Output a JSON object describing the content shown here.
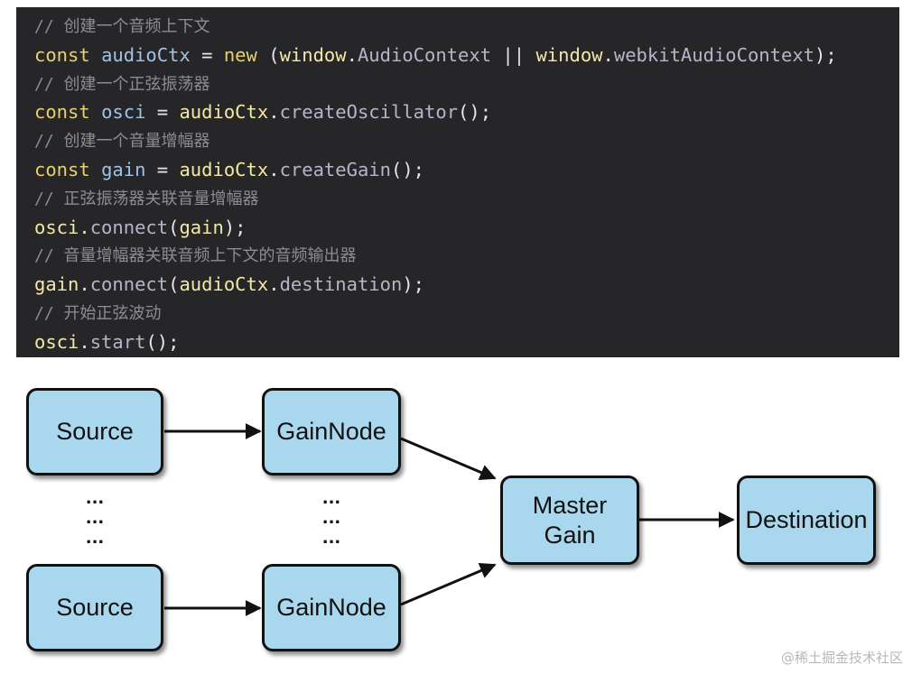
{
  "code": {
    "lines": [
      {
        "kind": "comment",
        "tokens": [
          {
            "t": "// 创建一个音频上下文",
            "c": "comment"
          }
        ]
      },
      {
        "kind": "code",
        "tokens": [
          {
            "t": "const ",
            "c": "kw"
          },
          {
            "t": "audioCtx",
            "c": "var"
          },
          {
            "t": " = ",
            "c": "pl"
          },
          {
            "t": "new",
            "c": "kw"
          },
          {
            "t": " (",
            "c": "pl"
          },
          {
            "t": "window",
            "c": "id"
          },
          {
            "t": ".",
            "c": "pl"
          },
          {
            "t": "AudioContext",
            "c": "fn"
          },
          {
            "t": " || ",
            "c": "pl"
          },
          {
            "t": "window",
            "c": "id"
          },
          {
            "t": ".",
            "c": "pl"
          },
          {
            "t": "webkitAudioContext",
            "c": "fn"
          },
          {
            "t": ");",
            "c": "pl"
          }
        ]
      },
      {
        "kind": "comment",
        "tokens": [
          {
            "t": "// 创建一个正弦振荡器",
            "c": "comment"
          }
        ]
      },
      {
        "kind": "code",
        "tokens": [
          {
            "t": "const ",
            "c": "kw"
          },
          {
            "t": "osci",
            "c": "var"
          },
          {
            "t": " = ",
            "c": "pl"
          },
          {
            "t": "audioCtx",
            "c": "id"
          },
          {
            "t": ".",
            "c": "pl"
          },
          {
            "t": "createOscillator",
            "c": "fn"
          },
          {
            "t": "();",
            "c": "pl"
          }
        ]
      },
      {
        "kind": "comment",
        "tokens": [
          {
            "t": "// 创建一个音量增幅器",
            "c": "comment"
          }
        ]
      },
      {
        "kind": "code",
        "tokens": [
          {
            "t": "const ",
            "c": "kw"
          },
          {
            "t": "gain",
            "c": "var"
          },
          {
            "t": " = ",
            "c": "pl"
          },
          {
            "t": "audioCtx",
            "c": "id"
          },
          {
            "t": ".",
            "c": "pl"
          },
          {
            "t": "createGain",
            "c": "fn"
          },
          {
            "t": "();",
            "c": "pl"
          }
        ]
      },
      {
        "kind": "comment",
        "tokens": [
          {
            "t": "// 正弦振荡器关联音量增幅器",
            "c": "comment"
          }
        ]
      },
      {
        "kind": "code",
        "tokens": [
          {
            "t": "osci",
            "c": "id"
          },
          {
            "t": ".",
            "c": "pl"
          },
          {
            "t": "connect",
            "c": "fn"
          },
          {
            "t": "(",
            "c": "pl"
          },
          {
            "t": "gain",
            "c": "id"
          },
          {
            "t": ");",
            "c": "pl"
          }
        ]
      },
      {
        "kind": "comment",
        "tokens": [
          {
            "t": "// 音量增幅器关联音频上下文的音频输出器",
            "c": "comment"
          }
        ]
      },
      {
        "kind": "code",
        "tokens": [
          {
            "t": "gain",
            "c": "id"
          },
          {
            "t": ".",
            "c": "pl"
          },
          {
            "t": "connect",
            "c": "fn"
          },
          {
            "t": "(",
            "c": "pl"
          },
          {
            "t": "audioCtx",
            "c": "id"
          },
          {
            "t": ".",
            "c": "pl"
          },
          {
            "t": "destination",
            "c": "fn"
          },
          {
            "t": ");",
            "c": "pl"
          }
        ]
      },
      {
        "kind": "comment",
        "tokens": [
          {
            "t": "// 开始正弦波动",
            "c": "comment"
          }
        ]
      },
      {
        "kind": "code",
        "tokens": [
          {
            "t": "osci",
            "c": "id"
          },
          {
            "t": ".",
            "c": "pl"
          },
          {
            "t": "start",
            "c": "fn"
          },
          {
            "t": "();",
            "c": "pl"
          }
        ]
      }
    ]
  },
  "diagram": {
    "source_top": "Source",
    "gain_top": "GainNode",
    "source_bottom": "Source",
    "gain_bottom": "GainNode",
    "master_gain": "Master\nGain",
    "destination": "Destination",
    "ellipsis_left": "...\n...\n...",
    "ellipsis_right": "...\n...\n...",
    "node_fill": "#a9d8ee"
  },
  "watermark": "@稀土掘金技术社区"
}
